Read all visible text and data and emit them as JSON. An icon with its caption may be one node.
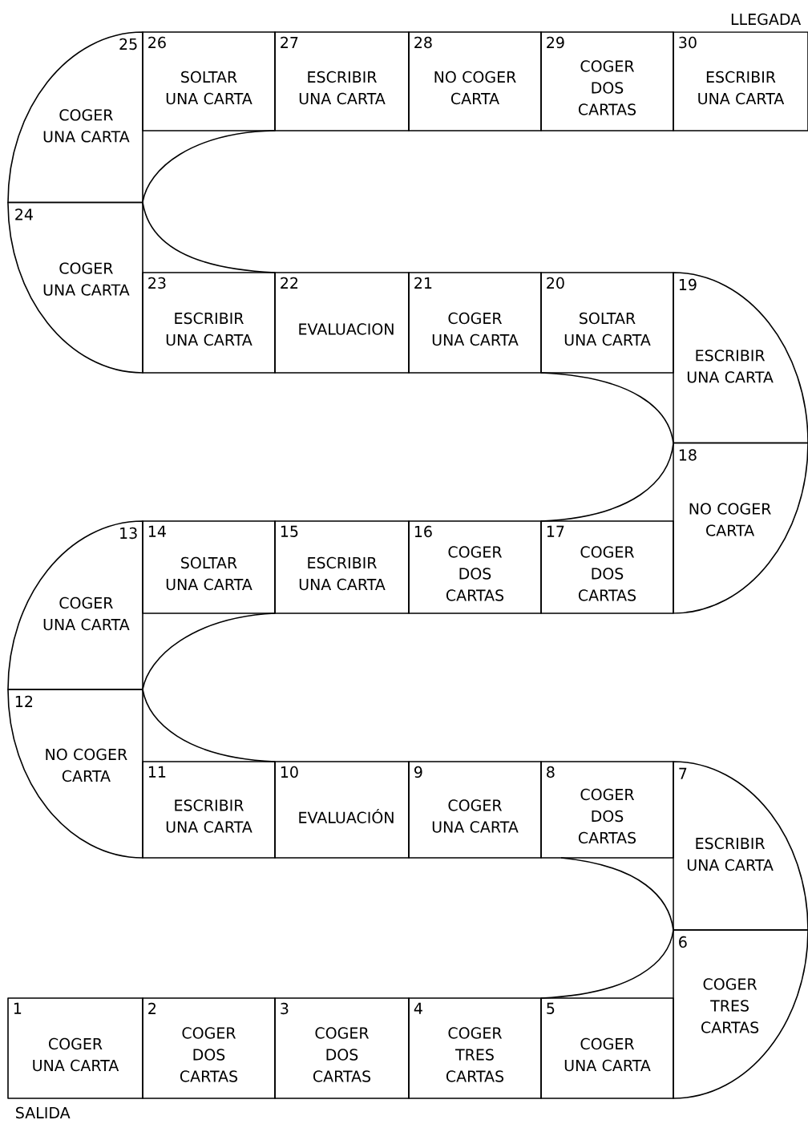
{
  "diagram": {
    "nodes": [
      {
        "text": [
          "1",
          "COGER UNA CARTA"
        ],
        "beside": [
          "SALIDA"
        ]
      },
      {
        "text": [
          "2",
          "COGER DOS CARTAS"
        ]
      },
      {
        "text": [
          "3",
          "COGER DOS CARTAS"
        ]
      },
      {
        "text": [
          "4",
          "COGER TRES CARTAS"
        ]
      },
      {
        "text": [
          "5",
          "COGER UNA CARTA"
        ]
      },
      {
        "text": [
          "6",
          "COGER TRES CARTAS"
        ]
      },
      {
        "text": [
          "7",
          "ESCRIBIR UNA CARTA"
        ]
      },
      {
        "text": [
          "8",
          "COGER DOS CARTAS"
        ]
      },
      {
        "text": [
          "9",
          "COGER UNA CARTA"
        ]
      },
      {
        "text": [
          "10",
          "EVALUACIÓN"
        ]
      },
      {
        "text": [
          "11",
          "ESCRIBIR UNA CARTA"
        ]
      },
      {
        "text": [
          "12",
          "NO COGER CARTA"
        ]
      },
      {
        "text": [
          "13",
          "COGER UNA CARTA"
        ]
      },
      {
        "text": [
          "14",
          "SOLTAR UNA CARTA"
        ]
      },
      {
        "text": [
          "15",
          "ESCRIBIR UNA CARTA"
        ]
      },
      {
        "text": [
          "16",
          "COGER DOS CARTAS"
        ]
      },
      {
        "text": [
          "17",
          "COGER DOS CARTAS"
        ]
      },
      {
        "text": [
          "18",
          "NO COGER CARTA"
        ]
      },
      {
        "text": [
          "19",
          "ESCRIBIR UNA CARTA"
        ]
      },
      {
        "text": [
          "20",
          "SOLTAR UNA CARTA"
        ]
      },
      {
        "text": [
          "21",
          "COGER UNA CARTA"
        ]
      },
      {
        "text": [
          "22",
          "EVALUACION"
        ]
      },
      {
        "text": [
          "23",
          "ESCRIBIR UNA CARTA"
        ]
      },
      {
        "text": [
          "24",
          "COGER UNA CARTA"
        ]
      },
      {
        "text": [
          "25",
          "COGER UNA CARTA"
        ]
      },
      {
        "text": [
          "26",
          "SOLTAR UNA CARTA"
        ]
      },
      {
        "text": [
          "27",
          "ESCRIBIR UNA CARTA"
        ]
      },
      {
        "text": [
          "28",
          "NO COGER CARTA"
        ]
      },
      {
        "text": [
          "29",
          "COGER DOS CARTAS"
        ]
      },
      {
        "text": [
          "30",
          "ESCRIBIR UNA CARTA"
        ],
        "beside": [
          "LLEGADA"
        ]
      }
    ]
  }
}
